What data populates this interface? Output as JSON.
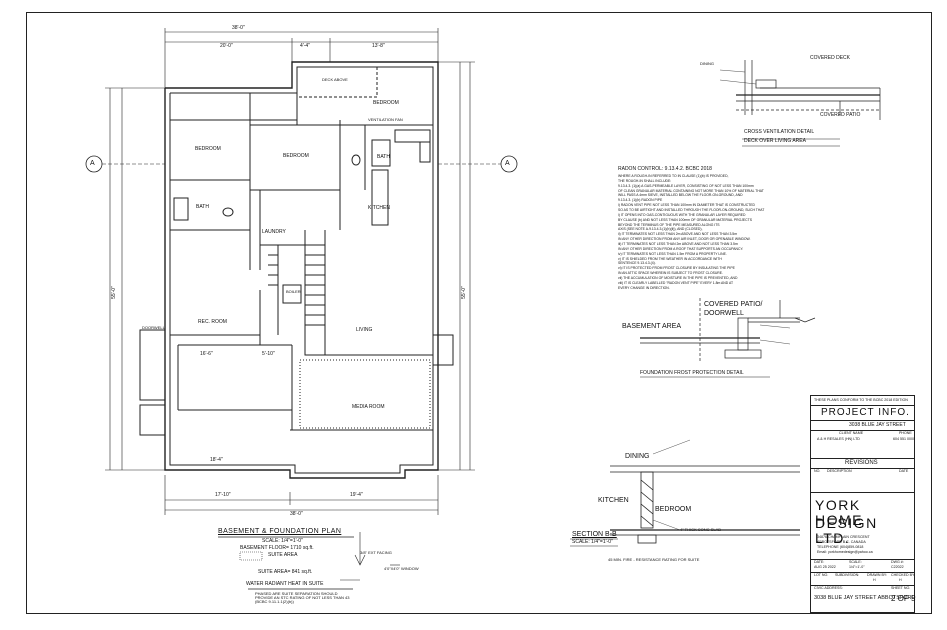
{
  "plan": {
    "title": "BASEMENT & FOUNDATION PLAN",
    "scale": "SCALE: 1/4\"=1'-0\"",
    "area": "BASEMENT FLOOR= 1710 sq.ft.",
    "suite_area_label": "SUITE AREA",
    "suite_area": "SUITE AREA= 841 sq.ft.",
    "heat": "WATER RADIANT HEAT IN SUITE",
    "heat_note": "PHASED ARE SUITE SEPARATION SHOULD PROVIDE AN STC RATING OF NOT LESS THAN 43 (BCBC 9.11.1.1(2)(b))",
    "north_note": "3/8\" EXT FACING",
    "window_note": "4'0\"X4'0\" WINDOW",
    "section_mark": "A",
    "section_mark_right": "A"
  },
  "dims": {
    "top_total": "38'-0\"",
    "top_1": "20'-0\"",
    "top_2": "4'-4\"",
    "top_3": "13'-8\"",
    "bottom_total": "38'-0\"",
    "bottom_1": "17'-10\"",
    "bottom_2": "19'-4\"",
    "bottom_3": "18'-4\"",
    "left_total": "55'-0\"",
    "right_total": "55'-0\"",
    "mid_1": "16'-6\"",
    "mid_2": "5'-10\""
  },
  "rooms": {
    "bedroom_1": "BEDROOM",
    "bedroom_2": "BEDROOM",
    "bedroom_3": "BEDROOM",
    "bath_1": "BATH",
    "bath_2": "BATH",
    "kitchen": "KITCHEN",
    "laundry": "LAUNDRY",
    "living": "LIVING",
    "rec_room": "REC. ROOM",
    "media_room": "MEDIA ROOM",
    "doorwell": "DOORWELL",
    "boiler": "BOILER",
    "deck_above": "DECK ABOVE",
    "vent": "VENTILATION FAN"
  },
  "details": {
    "cross_vent_title": "CROSS VENTILATION DETAIL",
    "cross_vent_sub": "DECK OVER LIVING AREA",
    "covered_deck": "COVERED DECK",
    "covered_patio": "COVERED PATIO",
    "dining": "DINING",
    "radon_title": "RADON CONTROL: 9.13.4.2. BCBC 2018",
    "radon_lines": [
      "WHERE A ROUGH-IN REFERRED TO IN CLAUSE (1)(b) IS PROVIDED,",
      "THE ROUGH-IN SHALL INCLUDE:",
      "9.13.4.3. (1)(a) A GAS-PERMEABLE LAYER, CONSISTING OF NOT LESS THAN 100mm",
      "OF CLEAN GRANULAR MATERIAL CONTAINING NOT MORE THAN 10% OF MATERIAL THAT",
      "WILL PASS A 4mm SIEVE, INSTALLED BELOW THE FLOOR-ON-GROUND, AND",
      "9.13.4.3. (1)(b) RADON PIPE",
      "i) RADON VENT PIPE NOT LESS THAN 100mm IN DIAMETER THAT IS CONSTRUCTED",
      "SO AS TO BE AIRTIGHT AND INSTALLED THROUGH THE FLOOR-ON-GROUND, SUCH THAT",
      "i) IT OPENS INTO GAS-CONTIGUOUS WITH THE GRANULAR LAYER REQUIRED",
      "BY CLAUSE (b) AND NOT LESS THAN 100mm OF GRANULAR MATERIAL PROJECTS",
      "BEYOND THE TERMINUS OF THE PIPE MEASURED ALONG ITS",
      "AXIS (SEE NOTE A-9.13.4.3.(1)(b)(ii)), AND (CLOSED),",
      "ii) IT TERMINATES NOT LESS THAN 2m ABOVE AND NOT LESS THAN 3.5m",
      "IN ANY OTHER DIRECTION FROM ANY AIR INLET, DOOR OR OPENABLE WINDOW.",
      "iii) IT TERMINATES NOT LESS THAN 2m ABOVE AND NOT LESS THAN 3.5m",
      "IN ANY OTHER DIRECTION FROM A ROOF THAT SUPPORTS AN OCCUPANCY.",
      "iv) IT TERMINATES NOT LESS THAN 1.5m FROM A PROPERTY LINE.",
      "v) IT IS SHIELDED FROM THE WEATHER IN ACCORDANCE WITH",
      "SENTENCE 9.13.4.3.(4).",
      "vi) IT IS PROTECTED FROM FROST CLOSURE BY INSULATING THE PIPE",
      "IN AN ATTIC SPACE WHEREIN IS SUBJECT TO FROST CLOSURE.",
      "vii) THE ACCUMULATION OF MOISTURE IN THE PIPE IS PREVENTED, AND",
      "viii) IT IS CLEARLY LABELLED \"RADON VENT PIPE\" EVERY 1.8m AND AT",
      "EVERY CHANGE IN DIRECTION."
    ],
    "frost_title": "FOUNDATION FROST PROTECTION DETAIL",
    "frost_covered": "COVERED PATIO/",
    "frost_doorwell": "DOORWELL",
    "frost_basement": "BASEMENT AREA",
    "section_title": "SECTION B-B",
    "section_scale": "SCALE: 1/4\"=1'-0\"",
    "section_dining": "DINING",
    "section_kitchen": "KITCHEN",
    "section_bedroom": "BEDROOM",
    "section_note": "45 MIN. FIRE - RESISTANCE RATING FOR SUITE",
    "section_slab": "4\" THICK CONC SLAB"
  },
  "title_block": {
    "conform": "THESE PLANS CONFORM TO THE BCBC 2018 EDITION",
    "project_info": "PROJECT INFO.",
    "address": "3038 BLUE JAY STREET",
    "client_hdr": "CLIENT NAME",
    "phone_hdr": "PHONE",
    "client": "A & H RESALES (HN) LTD",
    "phone": "604 551 0000",
    "revisions": "REVISIONS",
    "rev_no": "NO.",
    "rev_desc": "DESCRIPTION",
    "rev_date": "DATE",
    "company_1": "YORK HOME",
    "company_2": "DESIGN LTD.",
    "company_addr_1": "34876 CHAMPLAIN CRESCENT",
    "company_addr_2": "ABBOTSFORD B.C. CANADA",
    "company_tel": "TELEPHONE (604)859-0818",
    "company_email": "Email: yorkhomedesign@yahoo.ca",
    "date_lbl": "DATE:",
    "date_val": "AUG 25 2022",
    "scale_lbl": "SCALE:",
    "scale_val": "1/4\"=1'-0\"",
    "dwg_lbl": "DWG #:",
    "dwg_val": "C22022",
    "lot_lbl": "LOT NO.",
    "sub_lbl": "SUBDIVISION:",
    "drawn_lbl": "DRAWN BY:",
    "drawn_val": "H",
    "checked_lbl": "CHECKED BY:",
    "checked_val": "H",
    "civic_lbl": "CIVIC ADDRESS:",
    "sheet_lbl": "SHEET NO.",
    "civic_val": "3038 BLUE JAY STREET ABBOTSFORD",
    "sheet_val": "2 OF 5"
  }
}
